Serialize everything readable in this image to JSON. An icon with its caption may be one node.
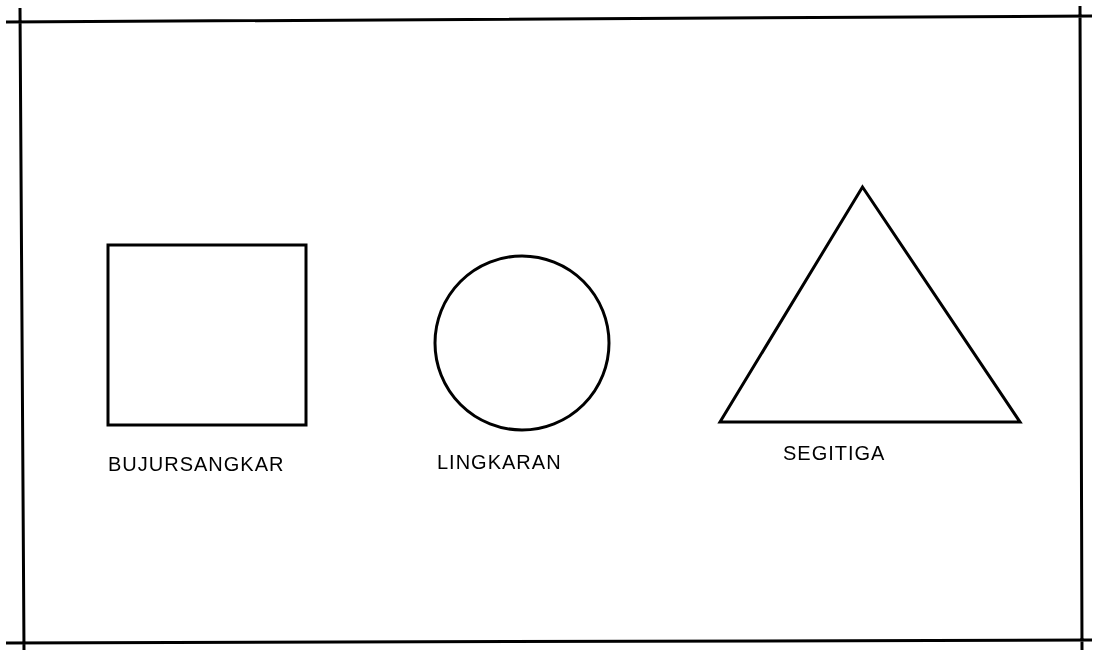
{
  "diagram": {
    "nodes": [
      {
        "text": [
          "BUJURSANGKAR"
        ]
      },
      {
        "text": [
          "LINGKARAN"
        ]
      },
      {
        "text": [
          "SEGITIGA"
        ]
      }
    ]
  }
}
